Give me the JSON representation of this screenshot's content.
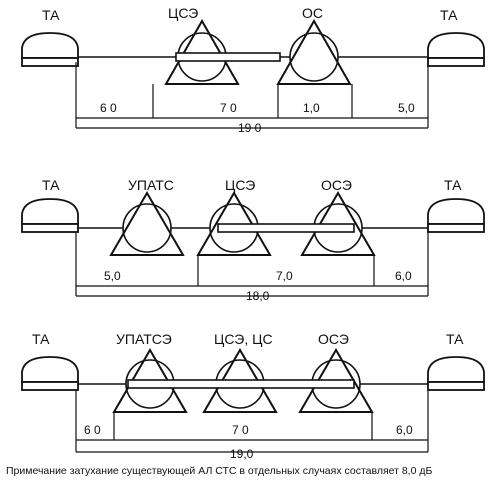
{
  "diagrams": [
    {
      "end_left_label": "ТА",
      "end_right_label": "ТА",
      "nodes": [
        {
          "label": "ЦСЭ"
        },
        {
          "label": "ОС"
        }
      ],
      "segments": [
        "6 0",
        "7 0",
        "1,0",
        "5,0"
      ],
      "total": "19 0"
    },
    {
      "end_left_label": "ТА",
      "end_right_label": "ТА",
      "nodes": [
        {
          "label": "УПАТС"
        },
        {
          "label": "ЦСЭ"
        },
        {
          "label": "ОСЭ"
        }
      ],
      "segments": [
        "5,0",
        "7,0",
        "6,0"
      ],
      "total": "18,0"
    },
    {
      "end_left_label": "ТА",
      "end_right_label": "ТА",
      "nodes": [
        {
          "label": "УПАТСЭ"
        },
        {
          "label": "ЦСЭ, ЦС"
        },
        {
          "label": "ОСЭ"
        }
      ],
      "segments": [
        "6 0",
        "7 0",
        "6,0"
      ],
      "total": "19,0"
    }
  ],
  "note": "Примечание затухание существующей АЛ СТС в отдельных случаях составляет 8,0 дБ"
}
